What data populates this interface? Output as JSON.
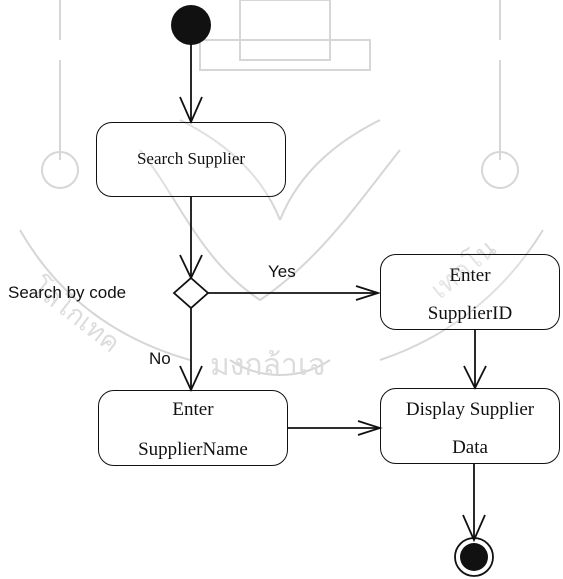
{
  "diagram": {
    "decision_label": "Search by code",
    "yes_label": "Yes",
    "no_label": "No",
    "nodes": {
      "search_supplier": {
        "text": "Search Supplier"
      },
      "enter_supplier_id": {
        "line1": "Enter",
        "line2": "SupplierID"
      },
      "enter_supplier_name": {
        "line1": "Enter",
        "line2": "SupplierName"
      },
      "display_supplier_data": {
        "line1": "Display Supplier",
        "line2": "Data"
      }
    }
  },
  "colors": {
    "ink": "#111111",
    "watermark": "#d8d8d8"
  }
}
